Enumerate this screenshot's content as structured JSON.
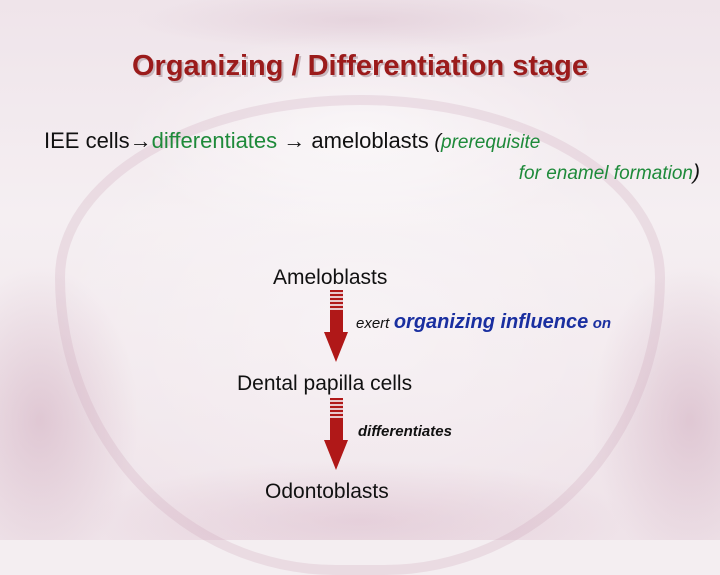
{
  "slide": {
    "title": "Organizing / Differentiation stage",
    "line1": {
      "part1": "IEE cells",
      "arrow1": "→",
      "part2": "differentiates",
      "arrow2": " → ",
      "part3": "ameloblasts",
      "paren_open": " (",
      "part4": "prerequisite"
    },
    "line2": {
      "text": "for enamel formation",
      "paren_close": ")"
    },
    "flow": {
      "node1": "Ameloblasts",
      "note1_prefix": "exert",
      "note1_main": "organizing influence",
      "note1_suffix": "on",
      "node2": "Dental papilla cells",
      "note2": "differentiates",
      "node3": "Odontoblasts"
    },
    "colors": {
      "title": "#9b1b1b",
      "highlight_green": "#1e8a3a",
      "highlight_blue": "#1a2fa0",
      "arrow": "#b01818"
    }
  }
}
